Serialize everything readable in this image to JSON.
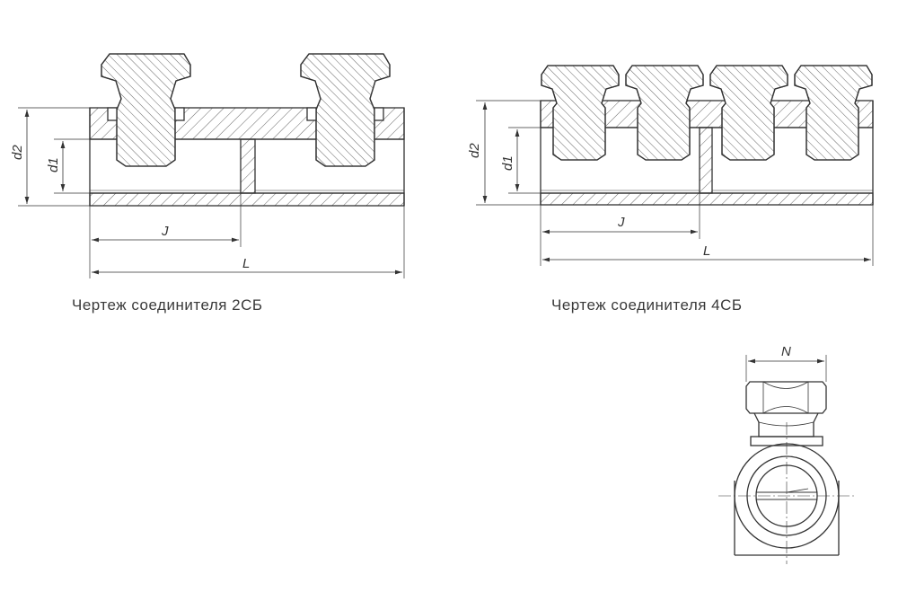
{
  "captions": {
    "left": "Чертеж соединителя 2СБ",
    "right": "Чертеж соединителя 4СБ"
  },
  "dimensions": {
    "d2": "d2",
    "d1": "d1",
    "J": "J",
    "L": "L",
    "N": "N"
  },
  "colors": {
    "line": "#333333",
    "hatch": "#555555",
    "background": "#ffffff"
  }
}
